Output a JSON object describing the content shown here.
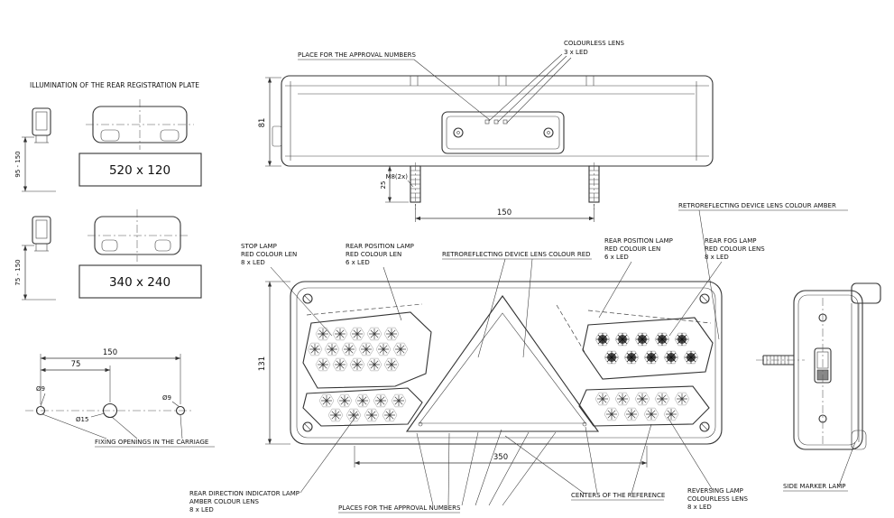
{
  "illumination": {
    "title": "ILLUMINATION OF THE REAR REGISTRATION PLATE",
    "plate_small_size": "520 x 120",
    "plate_large_size": "340 x 240",
    "range_small": "95 - 150",
    "range_large": "75 - 150"
  },
  "fixing": {
    "caption": "FIXING OPENINGS IN THE CARRIAGE",
    "dim_width": "150",
    "dim_half": "75",
    "hole_left": "Ø9",
    "hole_center": "Ø15",
    "hole_right": "Ø9"
  },
  "top_view": {
    "approval_label": "PLACE FOR THE APPROVAL NUMBERS",
    "colourless_line1": "COLOURLESS LENS",
    "colourless_line2": "3 x LED",
    "dim_height": "81",
    "dim_stud": "25",
    "thread": "M8(2x)",
    "dim_spacing": "150"
  },
  "front_view": {
    "dim_height": "131",
    "dim_width": "350",
    "stop_lamp": {
      "line1": "STOP LAMP",
      "line2": "RED COLOUR LEN",
      "line3": "8 x LED"
    },
    "position_left": {
      "line1": "REAR POSITION LAMP",
      "line2": "RED COLOUR LEN",
      "line3": "6 x LED"
    },
    "retro_red": "RETROREFLECTING DEVICE LENS COLOUR RED",
    "position_right": {
      "line1": "REAR POSITION LAMP",
      "line2": "RED COLOUR LEN",
      "line3": "6 x LED"
    },
    "fog": {
      "line1": "REAR FOG LAMP",
      "line2": "RED COLOUR LENS",
      "line3": "8 x LED"
    },
    "retro_amber": "RETROREFLECTING DEVICE LENS COLOUR AMBER",
    "indicator": {
      "line1": "REAR DIRECTION INDICATOR LAMP",
      "line2": "AMBER COLOUR LENS",
      "line3": "8 x LED"
    },
    "approval_places": "PLACES FOR THE APPROVAL NUMBERS",
    "centers": "CENTERS OF THE REFERENCE",
    "reversing": {
      "line1": "REVERSING LAMP",
      "line2": "COLOURLESS LENS",
      "line3": "8 x LED"
    }
  },
  "side_view": {
    "side_marker": "SIDE MARKER LAMP"
  }
}
